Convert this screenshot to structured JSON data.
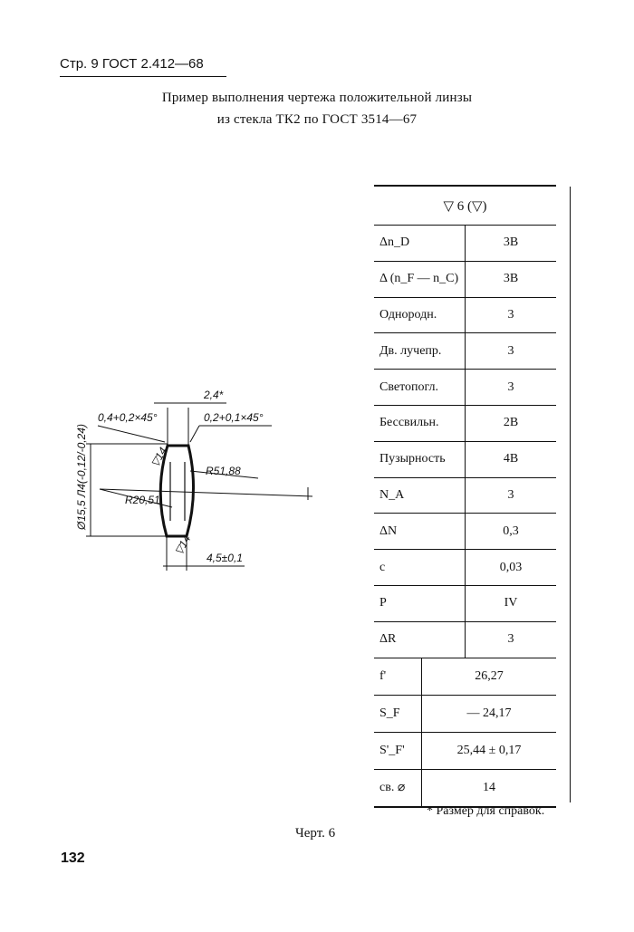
{
  "header": {
    "text": "Стр. 9 ГОСТ 2.412—68"
  },
  "title": {
    "line1": "Пример выполнения чертежа положительной линзы",
    "line2": "из стекла ТК2 по ГОСТ 3514—67"
  },
  "table": {
    "header": "▽ 6 (▽)",
    "rows": [
      {
        "name": "Δn_D",
        "value": "3В"
      },
      {
        "name": "Δ (n_F — n_C)",
        "value": "3В"
      },
      {
        "name": "Однородн.",
        "value": "3"
      },
      {
        "name": "Дв. лучепр.",
        "value": "3"
      },
      {
        "name": "Светопогл.",
        "value": "3"
      },
      {
        "name": "Бессвильн.",
        "value": "2В"
      },
      {
        "name": "Пузырность",
        "value": "4В"
      },
      {
        "name": "N_A",
        "value": "3"
      },
      {
        "name": "ΔN",
        "value": "0,3"
      },
      {
        "name": "c",
        "value": "0,03"
      },
      {
        "name": "P",
        "value": "IV"
      },
      {
        "name": "ΔR",
        "value": "3"
      }
    ],
    "bottom_rows": [
      {
        "name": "f'",
        "value": "26,27"
      },
      {
        "name": "S_F",
        "value": "— 24,17"
      },
      {
        "name": "S'_F'",
        "value": "25,44 ± 0,17"
      },
      {
        "name": "св. ⌀",
        "value": "14"
      }
    ]
  },
  "drawing": {
    "dim_top": "2,4*",
    "chamfer_left": "0,4+0,2×45°",
    "chamfer_right": "0,2+0,1×45°",
    "radius_1": "R51,88",
    "radius_2": "R20,51",
    "diameter": "Ø15,5 Л4(-0,12/-0,24)",
    "thickness": "4,5±0,1",
    "surface_mark": "▽14"
  },
  "footnote": "* Размер для справок.",
  "caption": "Черт. 6",
  "page_number": "132"
}
